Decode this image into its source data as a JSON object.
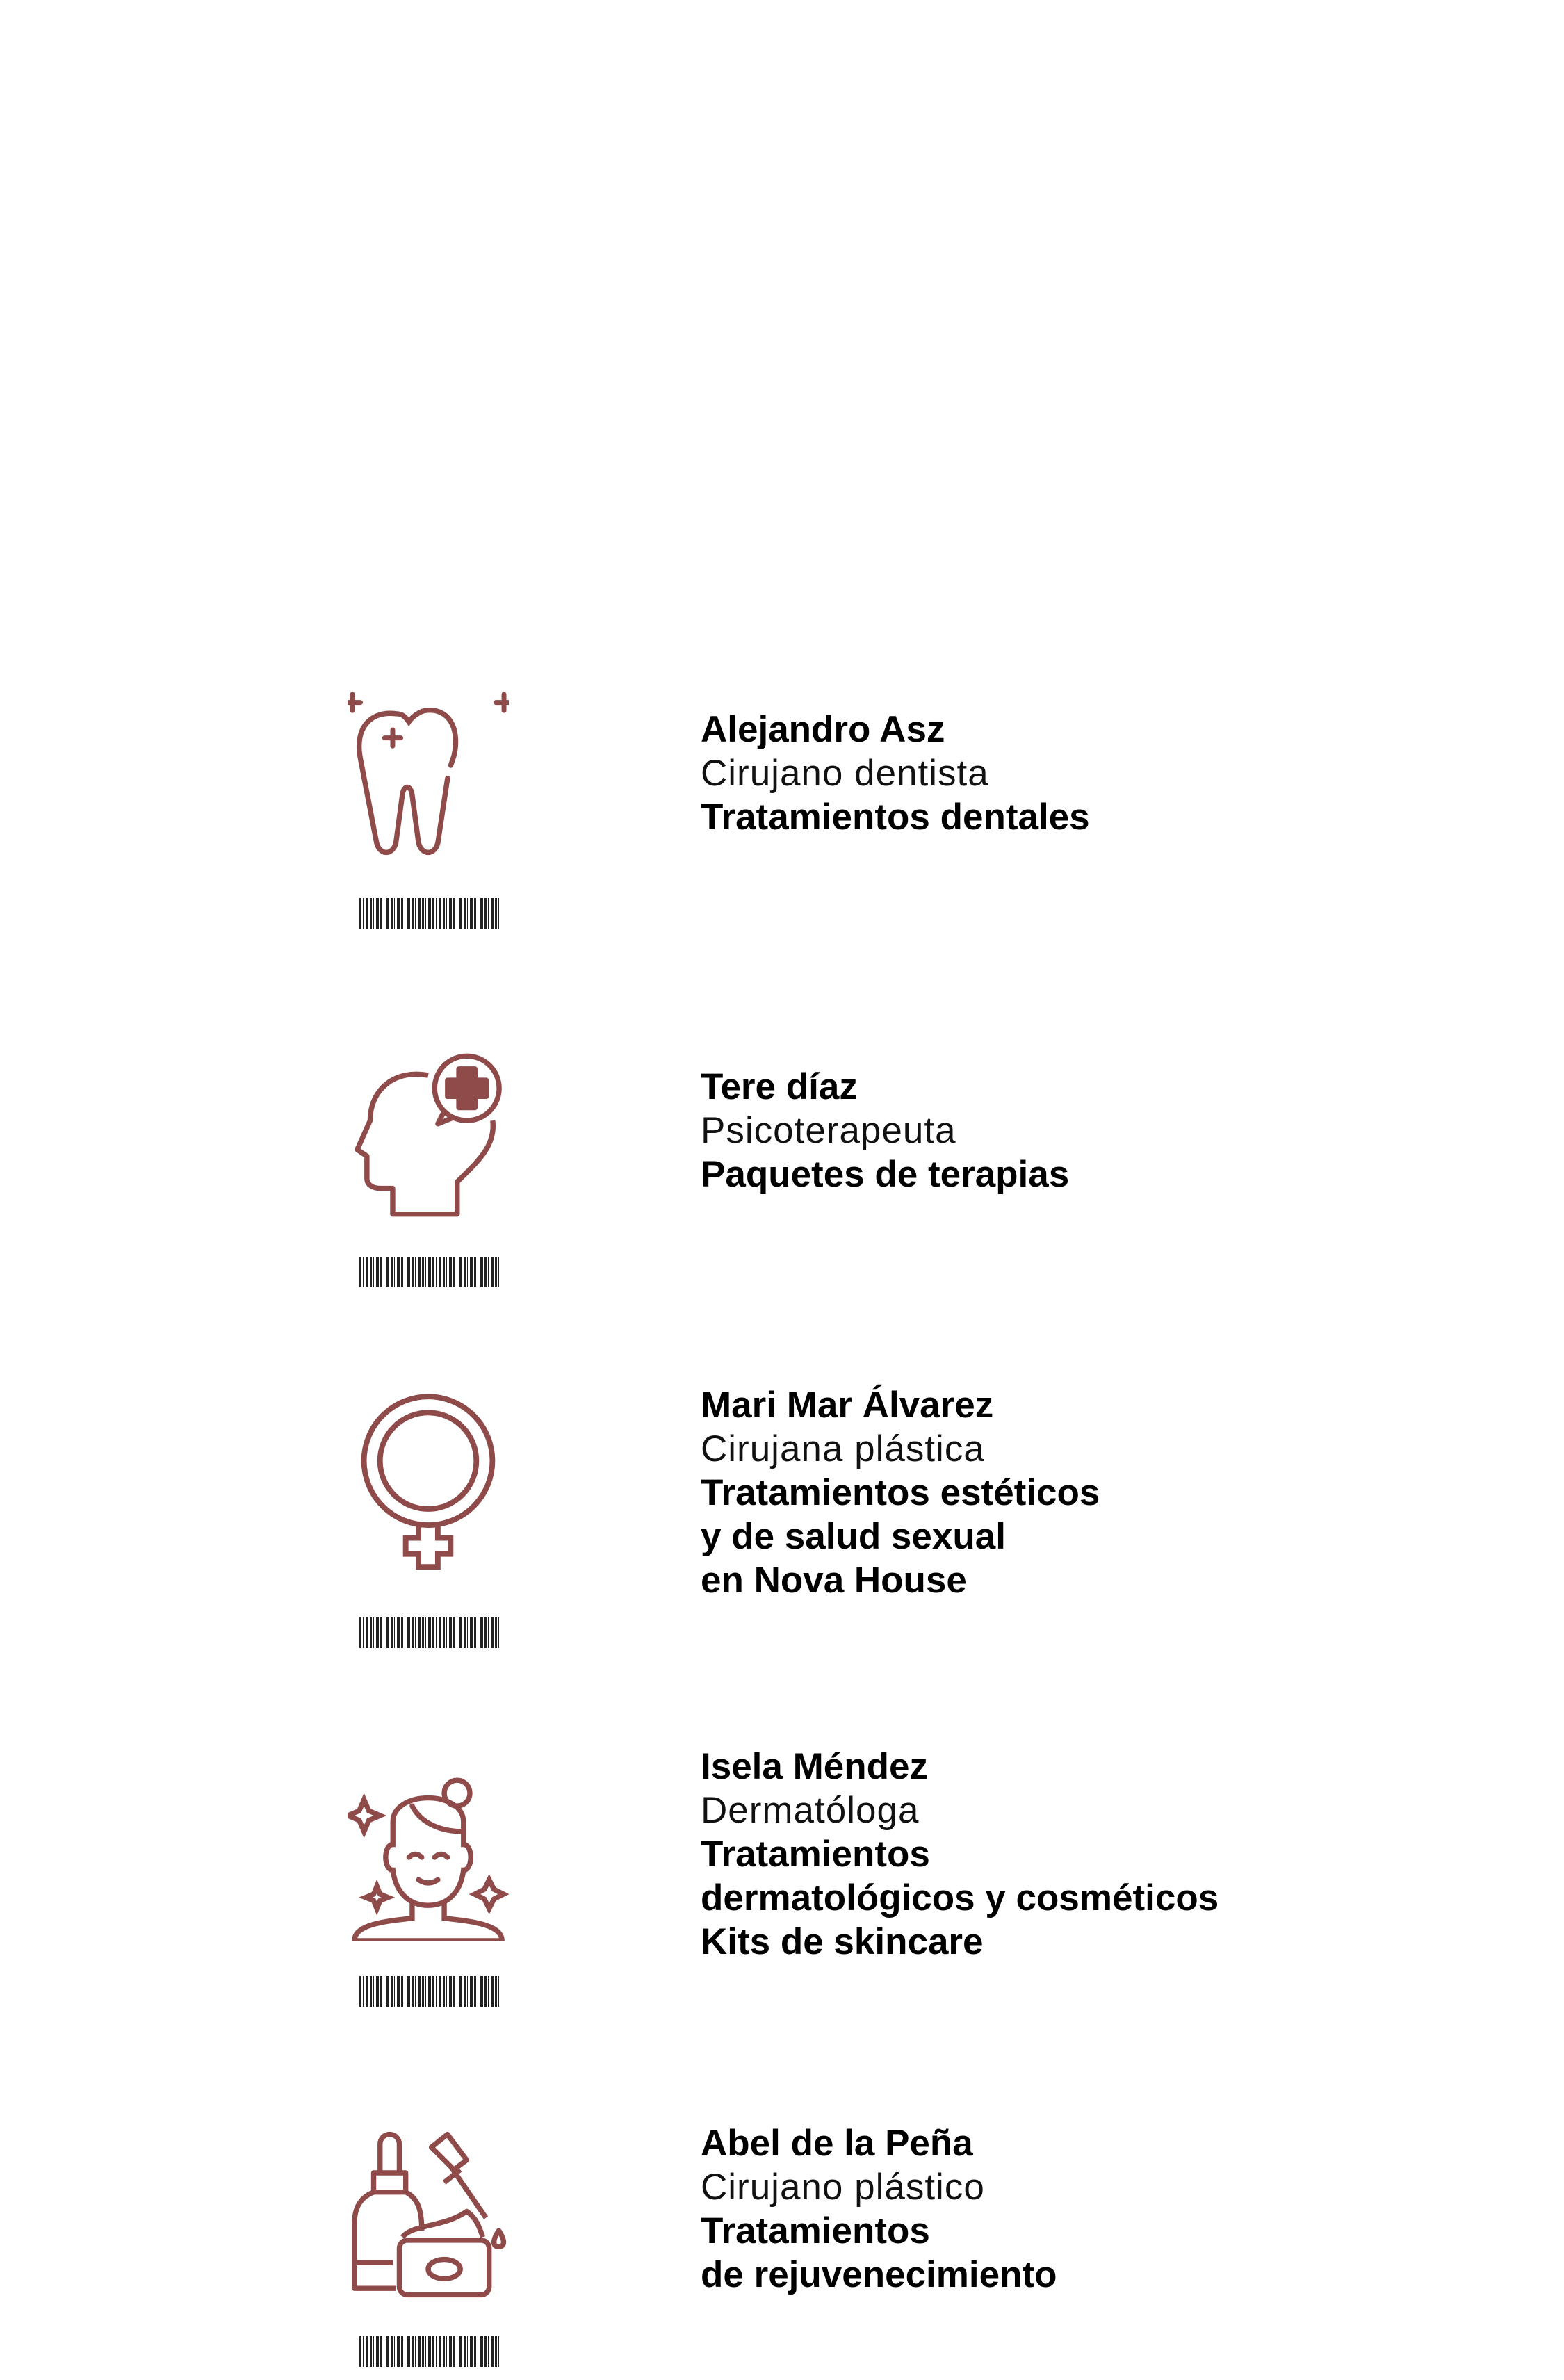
{
  "accent_color": "#8f4a4a",
  "specialists": [
    {
      "name": "Alejandro Asz",
      "role": "Cirujano dentista",
      "treatments": [
        "Tratamientos dentales"
      ],
      "icon": "tooth-icon"
    },
    {
      "name": "Tere díaz",
      "role": "Psicoterapeuta",
      "treatments": [
        "Paquetes de terapias"
      ],
      "icon": "mental-health-icon"
    },
    {
      "name": "Mari Mar Álvarez",
      "role": "Cirujana plástica",
      "treatments": [
        "Tratamientos estéticos",
        "y de salud sexual",
        "en Nova House"
      ],
      "icon": "female-symbol-icon"
    },
    {
      "name": "Isela Méndez",
      "role": "Dermatóloga",
      "treatments": [
        "Tratamientos",
        "dermatológicos y cosméticos",
        "Kits de skincare"
      ],
      "icon": "skincare-face-icon"
    },
    {
      "name": "Abel de la Peña",
      "role": "Cirujano plástico",
      "treatments": [
        "Tratamientos",
        "de rejuvenecimiento"
      ],
      "icon": "serum-cream-icon"
    }
  ]
}
